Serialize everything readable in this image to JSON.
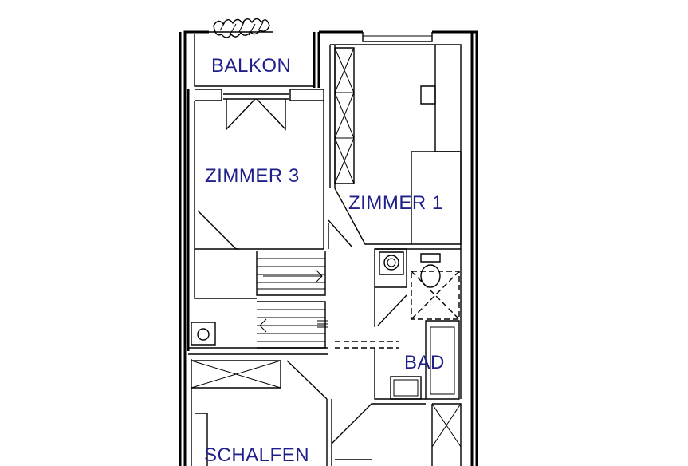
{
  "rooms": {
    "balkon": "BALKON",
    "zimmer3": "ZIMMER 3",
    "zimmer1": "ZIMMER 1",
    "bad": "BAD",
    "schlafen": "SCHALFEN"
  },
  "colors": {
    "label": "#1f1f8a",
    "lines": "#000000",
    "background": "#ffffff"
  }
}
